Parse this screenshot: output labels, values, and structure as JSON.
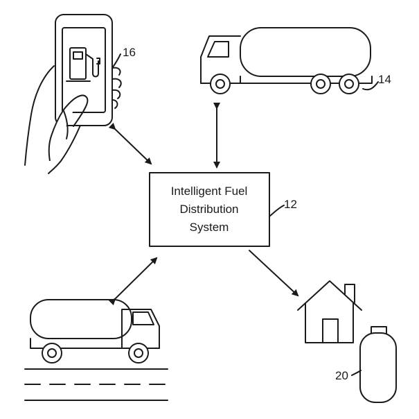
{
  "system_box": {
    "line1": "Intelligent Fuel",
    "line2": "Distribution",
    "line3": "System",
    "ref": "12"
  },
  "refs": {
    "phone": "16",
    "tanker": "14",
    "tank": "20"
  }
}
